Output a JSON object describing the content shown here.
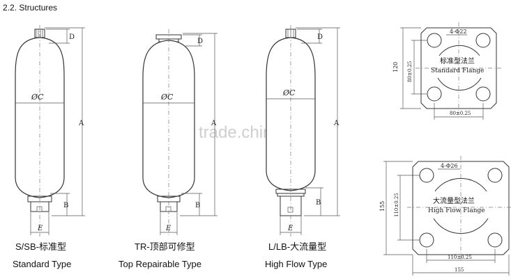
{
  "section_title": "2.2. Structures",
  "watermark": "trade.china.cn",
  "accumulators": [
    {
      "key": "standard",
      "label_cn": "S/SB-标准型",
      "label_en": "Standard Type",
      "dim_c": "ØC",
      "dim_d": "D",
      "dim_b": "B",
      "dim_e": "E",
      "dim_a": "A"
    },
    {
      "key": "top-repairable",
      "label_cn": "TR-顶部可修型",
      "label_en": "Top Repairable Type",
      "dim_c": "ØC",
      "dim_d": "D",
      "dim_b": "B",
      "dim_e": "E",
      "dim_a": "A"
    },
    {
      "key": "high-flow",
      "label_cn": "L/LB-大流量型",
      "label_en": "High Flow Type",
      "dim_c": "ØC",
      "dim_d": "D",
      "dim_b": "B",
      "dim_e": "E",
      "dim_a": "A"
    }
  ],
  "flanges": [
    {
      "key": "standard-flange",
      "holes": "4-Φ22",
      "title_cn": "标准型法兰",
      "title_en": "Standard Flange",
      "width_outer": "120",
      "width_inner": "80±0.25",
      "bottom_inner": "80±0.25"
    },
    {
      "key": "high-flow-flange",
      "holes": "4-Φ26",
      "title_cn": "大流量型法兰",
      "title_en": "High Flow Flange",
      "width_outer": "155",
      "width_inner": "110±0.25",
      "bottom_inner": "110±0.25",
      "bottom_outer": "155"
    }
  ]
}
